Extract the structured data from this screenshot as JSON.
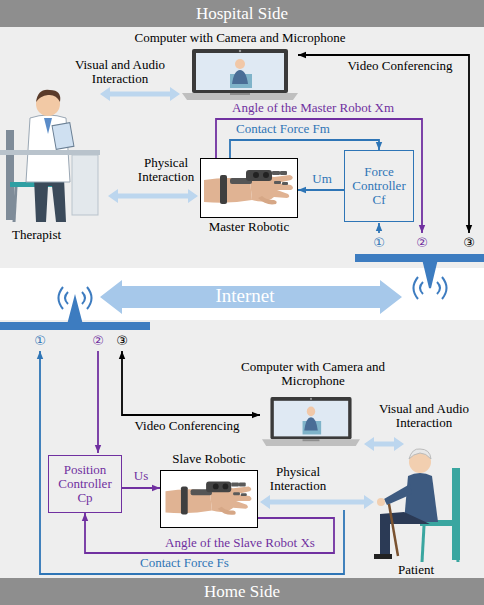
{
  "diagram": {
    "nodes": [
      {
        "text": [
          "Hospital Side"
        ]
      },
      {
        "text": [
          "Force Controller Cf"
        ],
        "in": 0
      },
      {
        "text": [
          "Master Robotic"
        ],
        "in": 0
      },
      {
        "text": [
          "Home Side"
        ]
      },
      {
        "text": [
          "Position Controller Cp"
        ],
        "in": 3
      },
      {
        "text": [
          "Slave Robotic"
        ],
        "in": 3
      }
    ],
    "edges": [
      {
        "from": 1,
        "to": 2,
        "arrow": "to",
        "label": "Um"
      },
      {
        "from": 2,
        "to": 1,
        "arrow": "to",
        "label": "Contact Force Fm"
      },
      {
        "from": 4,
        "to": 5,
        "arrow": "to",
        "label": "Us"
      },
      {
        "from": 5,
        "to": 4,
        "arrow": "to",
        "label": "Angle of the Slave Robot Xs"
      }
    ],
    "labels": [
      "Computer with Camera and Microphone",
      "Visual and Audio Interaction",
      "Video Conferencing",
      "Angle of the Master Robot Xm",
      "Physical Interaction",
      "Therapist",
      "①",
      "②",
      "③",
      "Internet",
      "①",
      "②",
      "③",
      "Computer with Camera and Microphone",
      "Video Conferencing",
      "Visual and Audio Interaction",
      "Physical Interaction",
      "Contact Force Fs",
      "Patient"
    ]
  }
}
